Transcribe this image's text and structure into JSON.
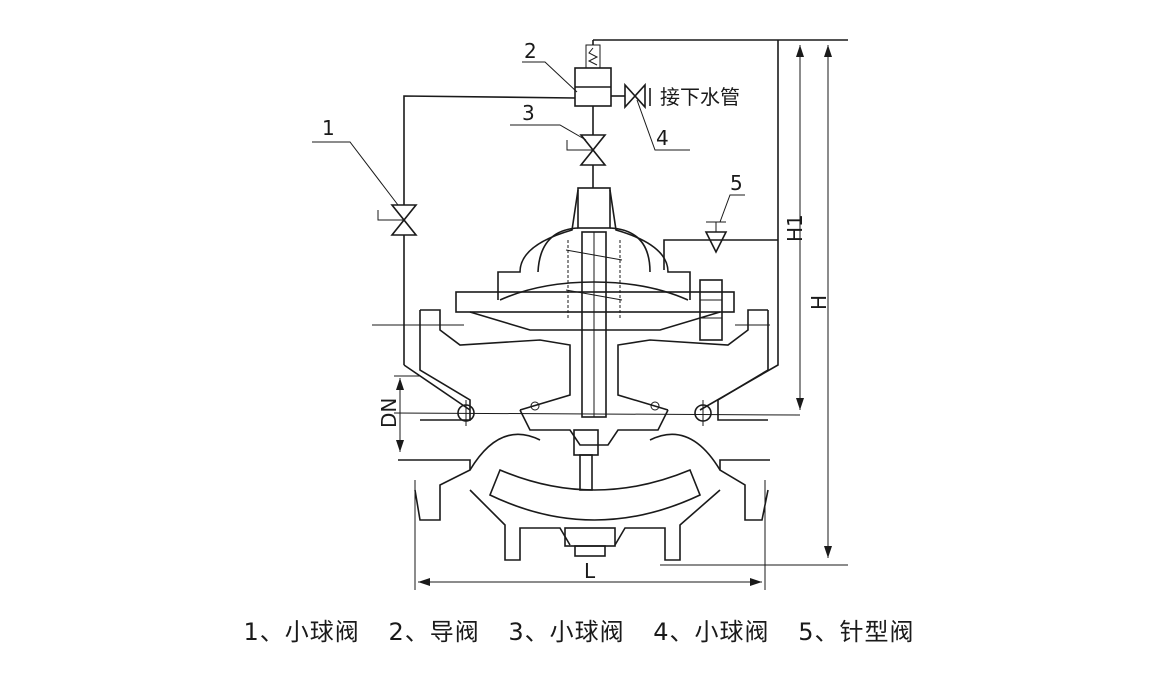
{
  "diagram": {
    "callouts": [
      "1",
      "2",
      "3",
      "4",
      "5"
    ],
    "pipe_label": "接下水管",
    "dimensions": {
      "h1": "H1",
      "h": "H",
      "dn": "DN",
      "l": "L"
    }
  },
  "caption": {
    "items": [
      "1、小球阀",
      "2、导阀",
      "3、小球阀",
      "4、小球阀",
      "5、针型阀"
    ]
  }
}
